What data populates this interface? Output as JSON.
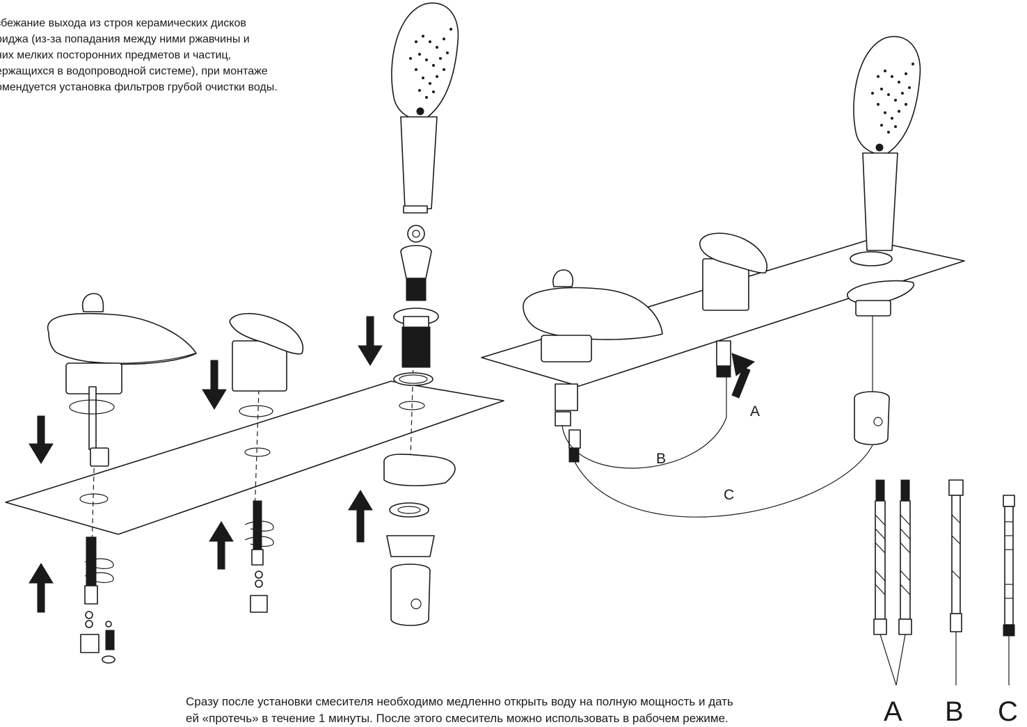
{
  "top_note": [
    "збежание выхода из строя керамических дисков",
    "риджа (из-за попадания между ними ржавчины и",
    "них мелких посторонних предметов и частиц,",
    "ержащихся в водопроводной системе), при монтаже",
    "омендуется установка фильтров грубой очистки воды."
  ],
  "bottom_note": [
    "Сразу после установки смесителя необходимо медленно открыть воду на полную мощность и дать",
    "ей «протечь» в течение 1 минуты. После этого смеситель можно использовать в рабочем режиме."
  ],
  "assembled_labels": {
    "a": "A",
    "b": "B",
    "c": "C"
  },
  "hose_legend": {
    "a": "A",
    "b": "B",
    "c": "C"
  }
}
